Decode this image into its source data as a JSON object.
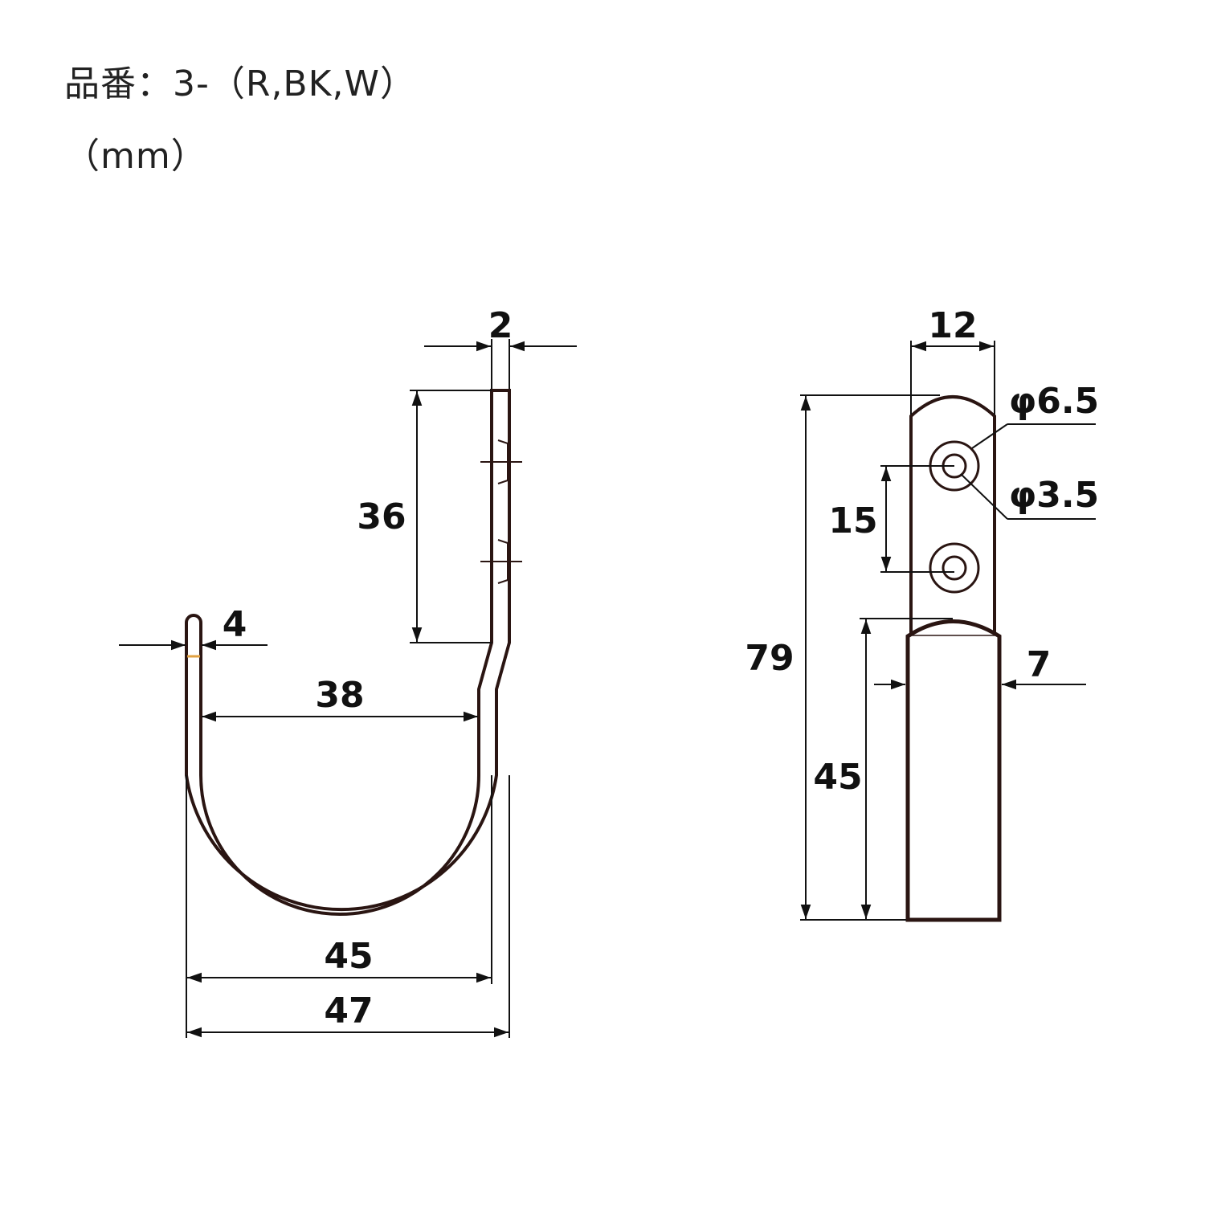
{
  "header": {
    "title": "品番：3-（R,BK,W）",
    "unit": "（mm）"
  },
  "colors": {
    "part_outline": "#2a1512",
    "dimension": "#111111",
    "marker": "#e0a040"
  },
  "side_view": {
    "thickness": "2",
    "mount_length": "36",
    "wire_diameter": "4",
    "inner_width": "38",
    "mid_width": "45",
    "outer_width": "47"
  },
  "front_view": {
    "width": "12",
    "counterbore": "φ6.5",
    "hole": "φ3.5",
    "hole_pitch": "15",
    "total_height": "79",
    "tip_height": "45",
    "tip_width": "7"
  }
}
